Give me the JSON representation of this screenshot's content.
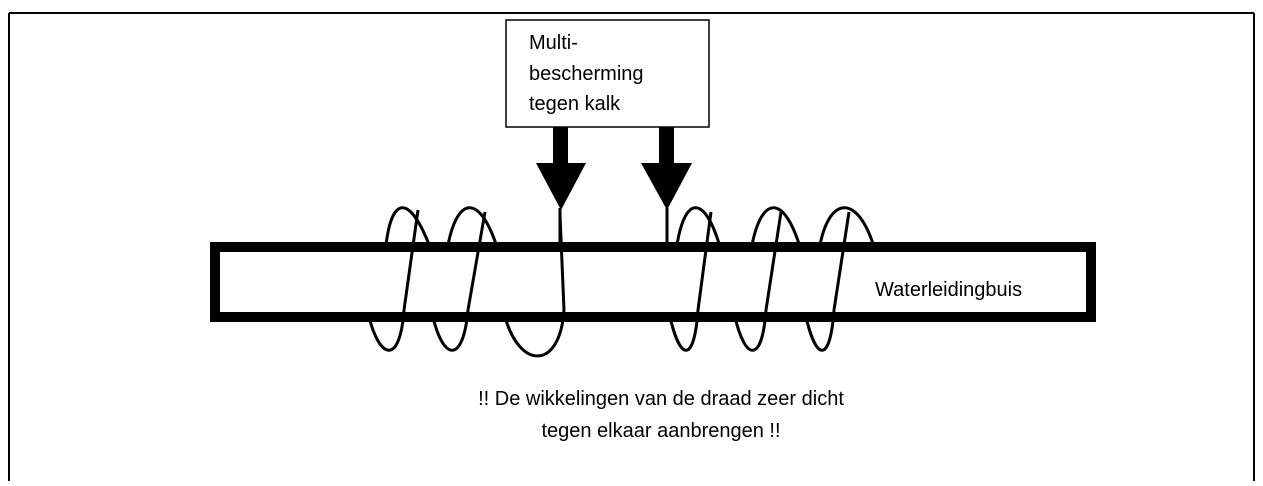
{
  "device": {
    "label_lines": [
      "Multi-",
      "bescherming",
      "tegen kalk"
    ]
  },
  "pipe": {
    "label": "Waterleidingbuis"
  },
  "note": {
    "lines": [
      "!! De wikkelingen van de draad zeer dicht",
      "tegen elkaar aanbrengen !!"
    ]
  },
  "colors": {
    "stroke": "#000000",
    "background": "#ffffff"
  }
}
